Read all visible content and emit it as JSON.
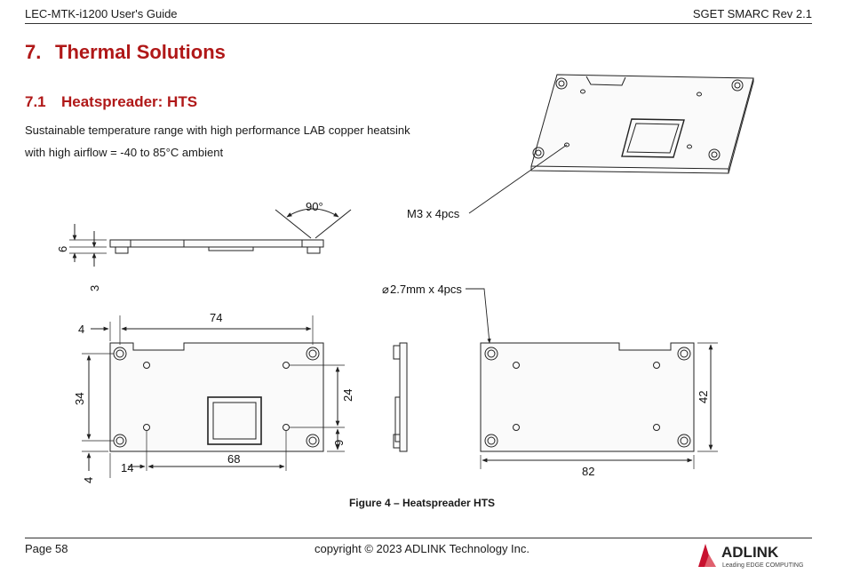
{
  "header": {
    "left": "LEC-MTK-i1200 User's Guide",
    "right": "SGET SMARC Rev 2.1"
  },
  "section": {
    "number": "7.",
    "title": "Thermal Solutions"
  },
  "subsection": {
    "number": "7.1",
    "title": "Heatspreader: HTS"
  },
  "body": {
    "line1": "Sustainable temperature range with high performance LAB copper heatsink",
    "line2": "with high airflow = -40 to 85°C ambient"
  },
  "drawing": {
    "angle": "90°",
    "screw_callout": "M3 x 4pcs",
    "hole_callout": "2.7mm x 4pcs",
    "hole_symbol": "⌀",
    "dims": {
      "side_6": "6",
      "side_3": "3",
      "top_4": "4",
      "width_74": "74",
      "height_34": "34",
      "height_24": "24",
      "offset_9": "9",
      "bottom_4": "4",
      "offset_14": "14",
      "width_68": "68",
      "back_height_42": "42",
      "back_width_82": "82"
    }
  },
  "caption": "Figure 4 – Heatspreader HTS",
  "footer": {
    "page": "Page 58",
    "copyright": "copyright © 2023 ADLINK Technology Inc.",
    "logo": "ADLINK",
    "tagline": "Leading EDGE COMPUTING"
  },
  "colors": {
    "heading": "#b01818",
    "logo": "#c8102e"
  }
}
